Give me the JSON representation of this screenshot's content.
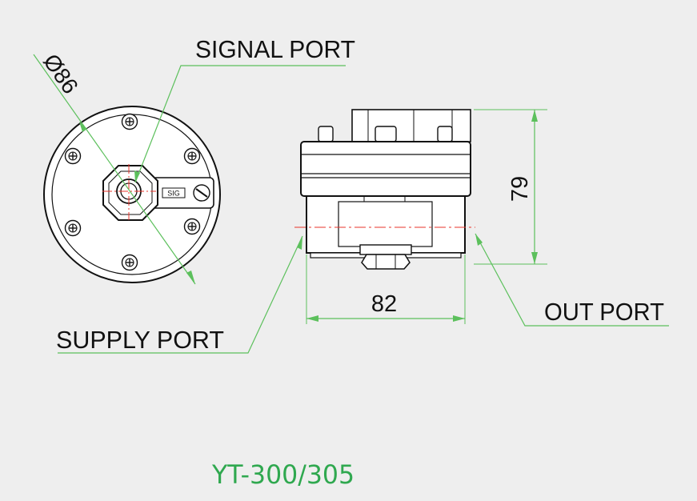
{
  "labels": {
    "diameter": "Ø86",
    "signal_port": "SIGNAL PORT",
    "supply_port": "SUPPLY PORT",
    "out_port": "OUT PORT",
    "width_dim": "82",
    "height_dim": "79",
    "sig_tag": "SIG"
  },
  "title": "YT-300/305",
  "colors": {
    "background": "#eeeeee",
    "outline": "#111111",
    "leader": "#5cc05c",
    "centerline": "#e8342b",
    "title": "#2fa84f"
  }
}
